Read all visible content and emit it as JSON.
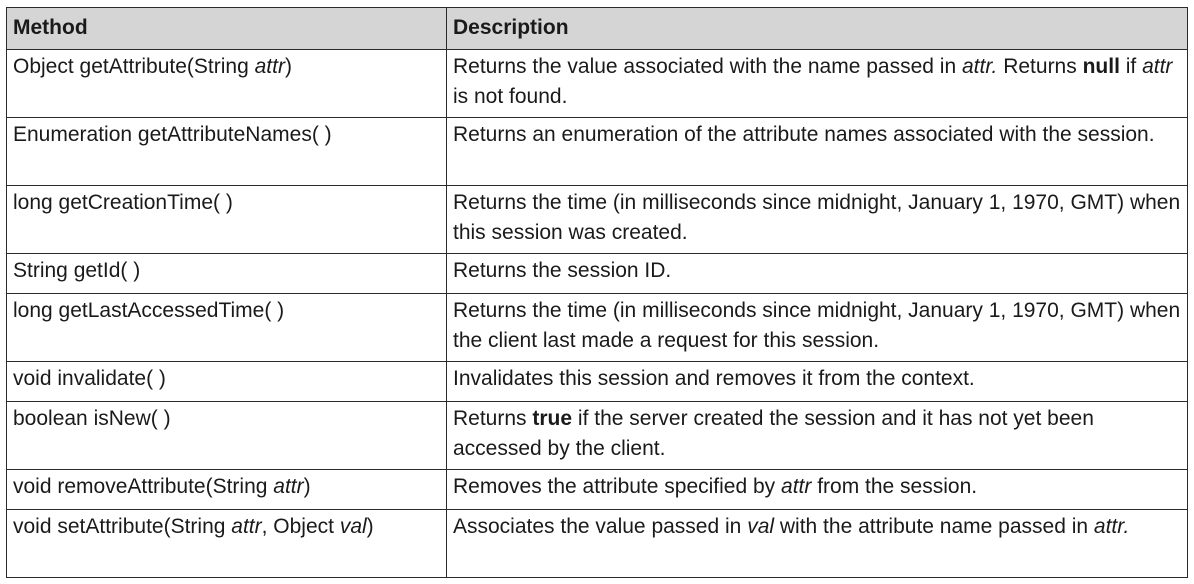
{
  "table": {
    "headers": {
      "method": "Method",
      "description": "Description"
    },
    "rows": [
      {
        "method": [
          {
            "t": "Object getAttribute(String "
          },
          {
            "t": "attr",
            "i": true
          },
          {
            "t": ")"
          }
        ],
        "description": [
          {
            "t": "Returns the value associated with the name passed in "
          },
          {
            "t": "attr.",
            "i": true
          },
          {
            "t": " Returns "
          },
          {
            "t": "null",
            "b": true
          },
          {
            "t": " if "
          },
          {
            "t": "attr",
            "i": true
          },
          {
            "t": " is not found."
          }
        ],
        "lines": 2
      },
      {
        "method": [
          {
            "t": "Enumeration getAttributeNames( )"
          }
        ],
        "description": [
          {
            "t": "Returns an enumeration of the attribute names associated with the session."
          }
        ],
        "lines": 2
      },
      {
        "method": [
          {
            "t": "long getCreationTime( )"
          }
        ],
        "description": [
          {
            "t": "Returns the time (in milliseconds since midnight, January 1, 1970, GMT) when this session was created."
          }
        ],
        "lines": 2
      },
      {
        "method": [
          {
            "t": "String getId( )"
          }
        ],
        "description": [
          {
            "t": "Returns the session ID."
          }
        ],
        "lines": 1
      },
      {
        "method": [
          {
            "t": "long getLastAccessedTime( )"
          }
        ],
        "description": [
          {
            "t": "Returns the time (in milliseconds since midnight, January 1, 1970, GMT) when the client last made a request for this session."
          }
        ],
        "lines": 2
      },
      {
        "method": [
          {
            "t": "void invalidate( )"
          }
        ],
        "description": [
          {
            "t": "Invalidates this session and removes it from the context."
          }
        ],
        "lines": 1
      },
      {
        "method": [
          {
            "t": "boolean isNew( )"
          }
        ],
        "description": [
          {
            "t": "Returns "
          },
          {
            "t": "true",
            "b": true
          },
          {
            "t": " if the server created the session and it has not yet been accessed by the client."
          }
        ],
        "lines": 2
      },
      {
        "method": [
          {
            "t": "void removeAttribute(String "
          },
          {
            "t": "attr",
            "i": true
          },
          {
            "t": ")"
          }
        ],
        "description": [
          {
            "t": "Removes the attribute specified by "
          },
          {
            "t": "attr",
            "i": true
          },
          {
            "t": " from the session."
          }
        ],
        "lines": 1
      },
      {
        "method": [
          {
            "t": "void setAttribute(String "
          },
          {
            "t": "attr",
            "i": true
          },
          {
            "t": ", Object "
          },
          {
            "t": "val",
            "i": true
          },
          {
            "t": ")"
          }
        ],
        "description": [
          {
            "t": "Associates the value passed in "
          },
          {
            "t": "val",
            "i": true
          },
          {
            "t": " with the attribute name passed in "
          },
          {
            "t": "attr.",
            "i": true
          }
        ],
        "lines": 2
      }
    ]
  }
}
